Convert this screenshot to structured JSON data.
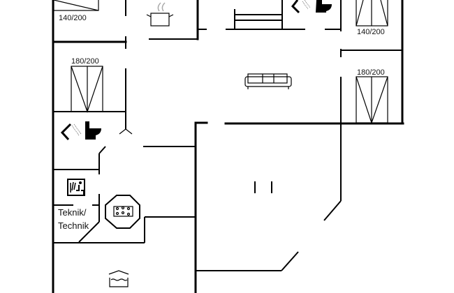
{
  "floorplan": {
    "rooms": {
      "bedroom_top_left": {
        "bed_size": "140/200"
      },
      "bedroom_left": {
        "bed_size": "180/200"
      },
      "bedroom_top_right": {
        "bed_size": "140/200"
      },
      "bedroom_right": {
        "bed_size": "180/200"
      },
      "technical_room": {
        "label_line1": "Teknik/",
        "label_line2": "Technik"
      }
    },
    "icons": [
      "cooking-pot-icon",
      "sofa-icon",
      "bed-icon",
      "shower-icon",
      "toilet-icon",
      "sauna-icon",
      "hot-tub-icon",
      "pool-icon"
    ]
  }
}
